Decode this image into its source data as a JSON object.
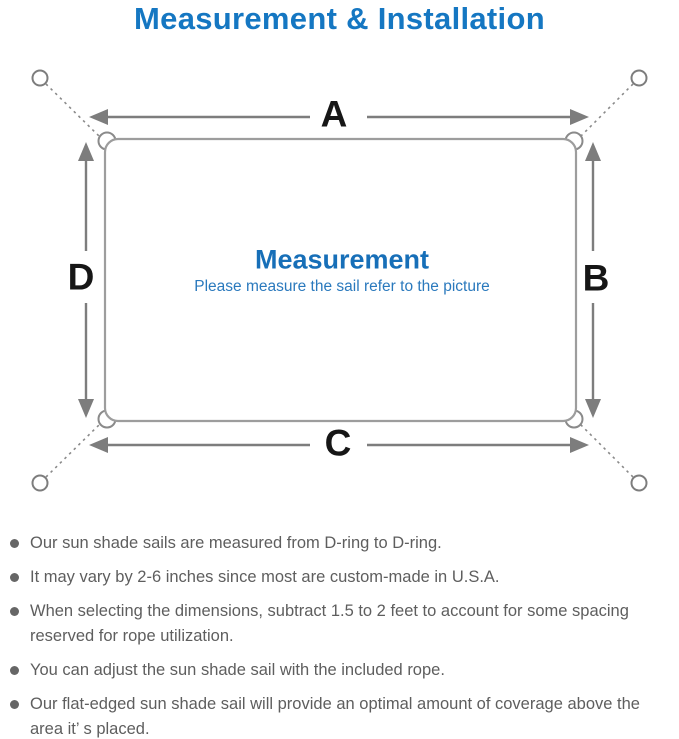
{
  "title": "Measurement & Installation",
  "diagram": {
    "center_heading": "Measurement",
    "center_subtitle": "Please measure the sail refer to the picture",
    "edge_labels": {
      "top": "A",
      "right": "B",
      "bottom": "C",
      "left": "D"
    }
  },
  "bullets": {
    "items": [
      {
        "text": "Our sun shade sails are measured from D-ring to D-ring."
      },
      {
        "text": "It may vary by 2-6 inches since most are custom-made in U.S.A."
      },
      {
        "text": "When selecting the dimensions, subtract 1.5 to 2 feet to account for some spacing reserved for rope utilization."
      },
      {
        "text": "You can adjust the sun shade sail with the included rope."
      },
      {
        "text": "Our flat-edged sun shade sail will provide an optimal amount of coverage above the area it’ s placed."
      }
    ]
  },
  "colors": {
    "title_blue": "#1577c2",
    "heading_blue": "#176fb8",
    "subtitle_blue": "#2a79bd",
    "label_black": "#161616",
    "outline_gray": "#9d9d9d",
    "arrow_gray": "#7d7d7d",
    "dash_gray": "#8a8a8a",
    "bullet_text_gray": "#5e5e5e"
  }
}
